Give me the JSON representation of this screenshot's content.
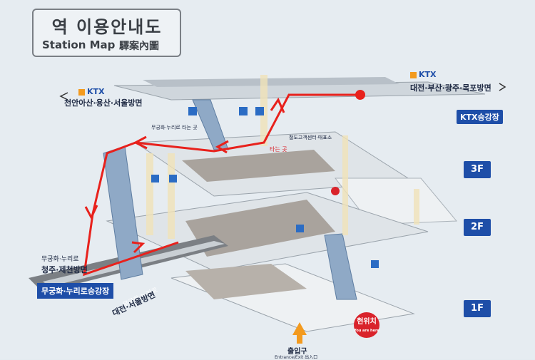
{
  "title": {
    "korean": "역 이용안내도",
    "english": "Station Map",
    "chinese": "驛案內圖"
  },
  "upper_platform": {
    "ktx_left_logo": "KTX",
    "left_direction": "천안아산·용산·서울방면",
    "ktx_right_logo": "KTX",
    "right_direction": "대전·부산·광주·목포방면",
    "platform_badge": "KTX승강장"
  },
  "floors": [
    "3F",
    "2F",
    "1F"
  ],
  "lower_platform": {
    "lines_label": "무궁화·누리로",
    "left_direction": "청주·제천방면",
    "platform_box": "무궁화·누리로승강장",
    "right_direction_line": "무궁화·누리로",
    "right_direction": "대전·서울방면"
  },
  "small_labels": {
    "concourse_top": "무궁화·누리로 타는 곳",
    "waiting": "타는 곳",
    "info_area": "철도고객센터·매표소"
  },
  "entrance": {
    "label_ko": "출입구",
    "label_en": "Entrance/Exit 出入口"
  },
  "you_are_here": {
    "label_ko": "현위치",
    "label_en": "You are here"
  },
  "colors": {
    "route": "#e8211c",
    "brand_blue": "#1e4ea8",
    "ktx_orange": "#f39a1e"
  }
}
